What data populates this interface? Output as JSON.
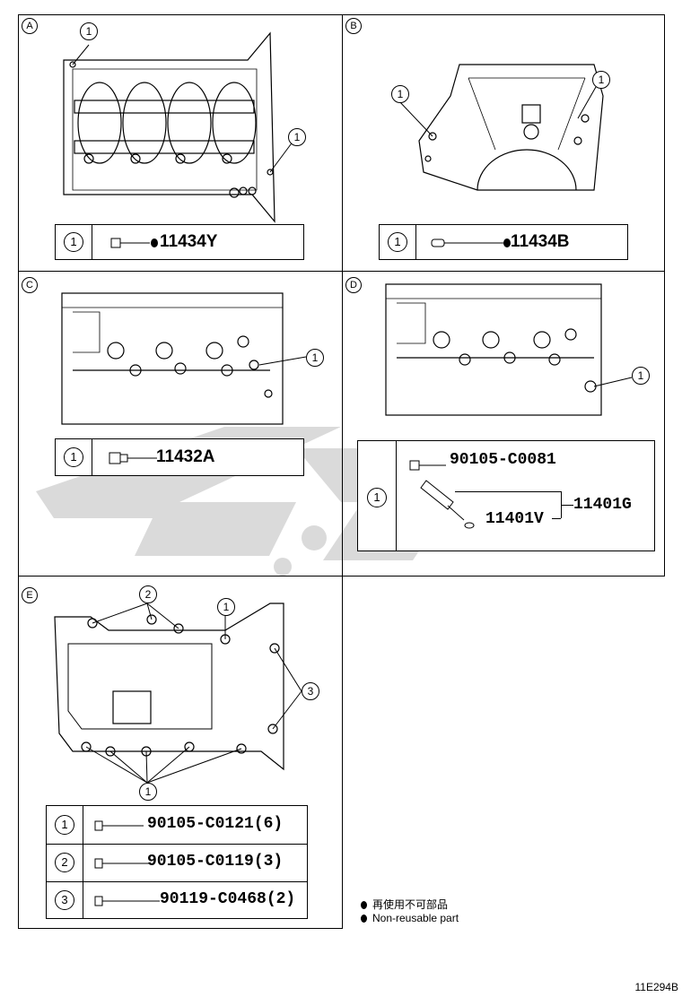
{
  "panels": {
    "a": {
      "label": "A",
      "parts": [
        {
          "index": "1",
          "part_no": "11434Y",
          "non_reusable": true
        }
      ],
      "callouts": [
        "1",
        "1"
      ]
    },
    "b": {
      "label": "B",
      "parts": [
        {
          "index": "1",
          "part_no": "11434B",
          "non_reusable": true
        }
      ],
      "callouts": [
        "1",
        "1"
      ]
    },
    "c": {
      "label": "C",
      "parts": [
        {
          "index": "1",
          "part_no": "11432A"
        }
      ],
      "callouts": [
        "1"
      ]
    },
    "d": {
      "label": "D",
      "row_index": "1",
      "parts": [
        {
          "part_no": "90105-C0081"
        },
        {
          "part_no": "11401V"
        }
      ],
      "assembly_no": "11401G",
      "callouts": [
        "1"
      ]
    },
    "e": {
      "label": "E",
      "parts": [
        {
          "index": "1",
          "part_no": "90105-C0121(6)"
        },
        {
          "index": "2",
          "part_no": "90105-C0119(3)"
        },
        {
          "index": "3",
          "part_no": "90119-C0468(2)"
        }
      ],
      "callouts": [
        "2",
        "1",
        "3",
        "1"
      ]
    }
  },
  "legend": {
    "line1": "再使用不可部品",
    "line2": "Non-reusable part"
  },
  "figure_code": "11E294B",
  "colors": {
    "line": "#000000",
    "watermark": "#cfcfcf"
  }
}
